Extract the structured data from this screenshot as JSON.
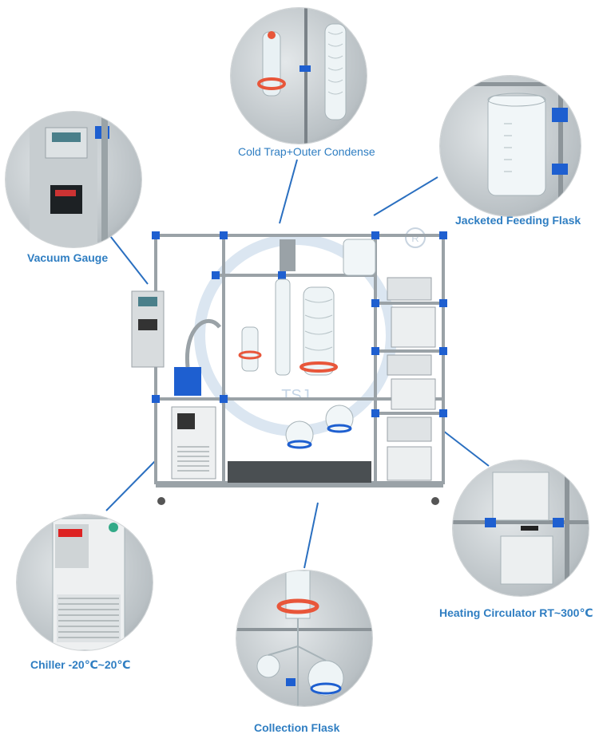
{
  "callouts": {
    "cold_trap": "Cold Trap+Outer Condense",
    "jacketed_flask": "Jacketed Feeding Flask",
    "vacuum_gauge": "Vacuum Gauge",
    "heating_circulator": "Heating Circulator RT~300℃",
    "chiller": "Chiller -20℃~20℃",
    "collection_flask": "Collection Flask"
  },
  "watermark": {
    "brand": "TSJ",
    "registered_mark": "R"
  },
  "colors": {
    "label": "#2f7ec2",
    "leader_line": "#2a6fc0",
    "frame_clamp": "#1e5fd0",
    "flask_ring": "#e8563a"
  },
  "icons": {
    "machine": "short-path-distillation-unit-illustration"
  }
}
